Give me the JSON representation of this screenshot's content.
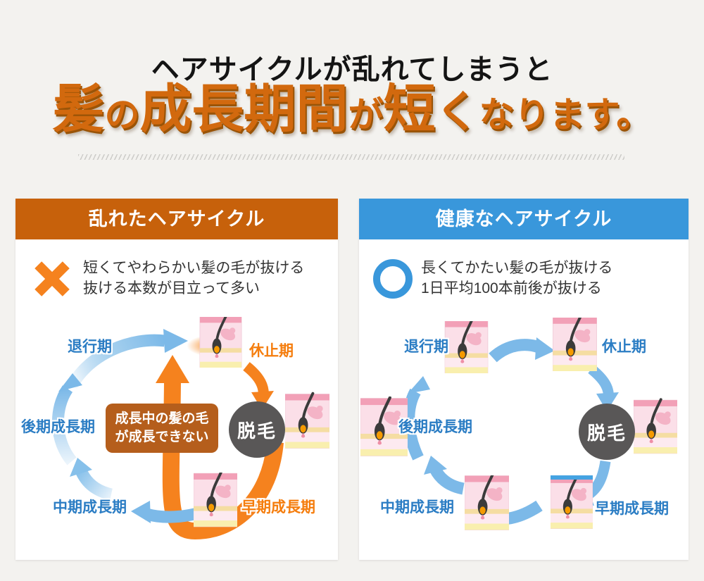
{
  "header": {
    "line1": "ヘアサイクルが乱れてしまうと",
    "line2": {
      "seg1": "髪",
      "seg2": "の",
      "seg3": "成長期間",
      "seg4": "が",
      "seg5": "短",
      "seg6": "く",
      "seg7": "なります。"
    }
  },
  "colors": {
    "page_background": "#f3f2ef",
    "headline_orange": "#d2690e",
    "bad_header_bar": "#c7610b",
    "good_header_bar": "#3997db",
    "bright_orange_accent": "#f5821e",
    "stage_label_blue": "#2b7dc4",
    "stage_label_orange": "#f57d0d",
    "arrow_blue": "#7cb9e8",
    "datsumou_circle_gray": "#595757",
    "note_box_brown": "#b55e1c"
  },
  "bad_panel": {
    "title": "乱れたヘアサイクル",
    "caption_line1": "短くてやわらかい髪の毛が抜ける",
    "caption_line2": "抜ける本数が目立って多い",
    "note_line1": "成長中の髪の毛",
    "note_line2": "が成長できない",
    "datsumou": "脱毛",
    "labels": {
      "taikouki": "退行期",
      "kyushiki": "休止期",
      "kouki": "後期成長期",
      "chuki": "中期成長期",
      "souki": "早期成長期"
    }
  },
  "good_panel": {
    "title": "健康なヘアサイクル",
    "caption_line1": "長くてかたい髪の毛が抜ける",
    "caption_line2": "1日平均100本前後が抜ける",
    "datsumou": "脱毛",
    "labels": {
      "taikouki": "退行期",
      "kyushiki": "休止期",
      "kouki": "後期成長期",
      "chuki": "中期成長期",
      "souki": "早期成長期"
    }
  }
}
